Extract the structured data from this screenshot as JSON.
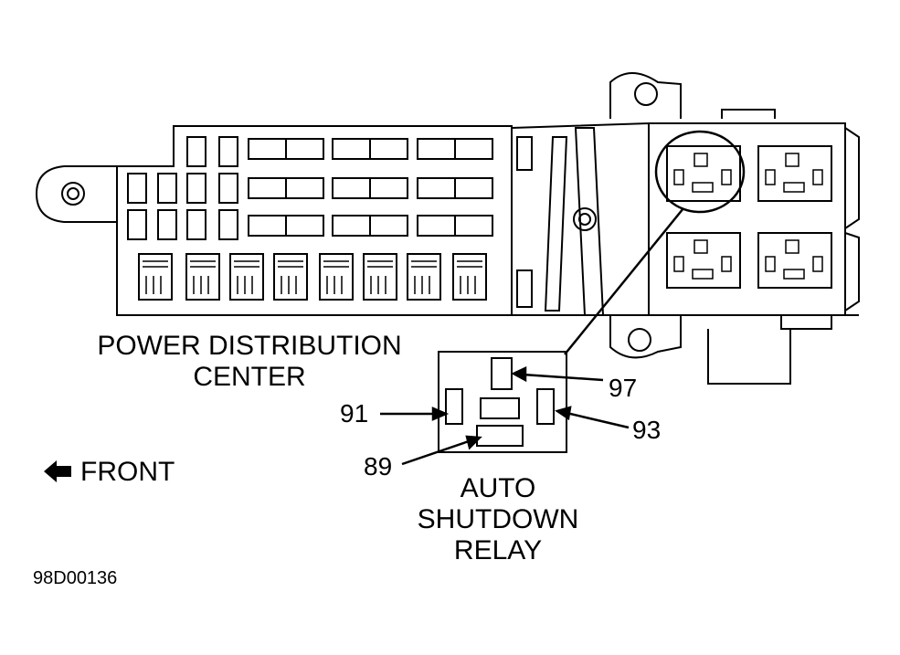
{
  "labels": {
    "pdc_line1": "POWER DISTRIBUTION",
    "pdc_line2": "CENTER",
    "relay_line1": "AUTO",
    "relay_line2": "SHUTDOWN",
    "relay_line3": "RELAY",
    "front": "FRONT",
    "figure_code": "98D00136"
  },
  "terminals": {
    "t91": "91",
    "t97": "97",
    "t93": "93",
    "t89": "89"
  },
  "icons": {
    "front_arrow": "left-arrow-icon"
  },
  "colors": {
    "ink": "#000000",
    "paper": "#ffffff"
  }
}
